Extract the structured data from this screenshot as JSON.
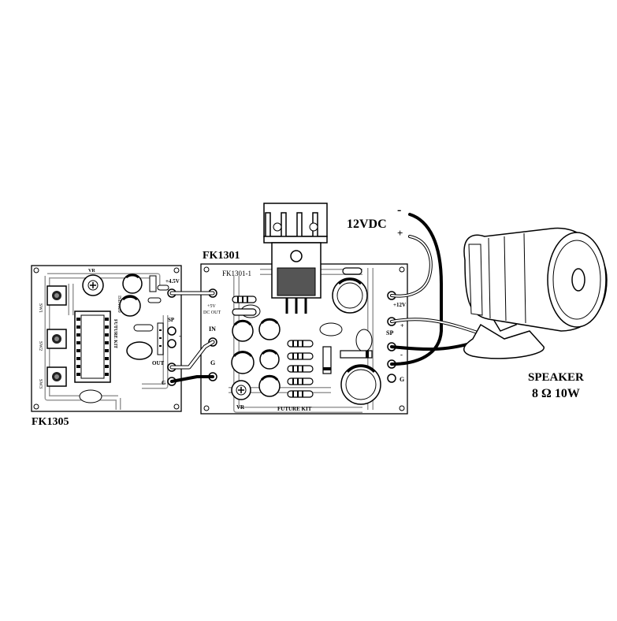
{
  "boards": {
    "left": {
      "name": "FK1305",
      "silk_labels": {
        "vr": "VR",
        "ic": "ISD1820",
        "plus45": "+4.5V",
        "sp": "SP",
        "minus": "-",
        "out": "OUT",
        "g": "G",
        "sw1": "SW1",
        "sw2": "SW2",
        "sw3": "SW3",
        "logo": "FUTURE KIT"
      }
    },
    "right": {
      "name": "FK1301",
      "silk_labels": {
        "part": "FK1301-1",
        "plus5": "+5V",
        "dcout": "DC OUT",
        "in": "IN",
        "g": "G",
        "vr": "VR",
        "plus12": "+12V",
        "sp": "SP",
        "plus": "+",
        "minus": "-",
        "g2": "G",
        "logo": "FUTURE KIT"
      }
    }
  },
  "power": {
    "label": "12VDC",
    "minus": "-",
    "plus": "+"
  },
  "speaker": {
    "label": "SPEAKER",
    "spec": "8 Ω  10W"
  }
}
